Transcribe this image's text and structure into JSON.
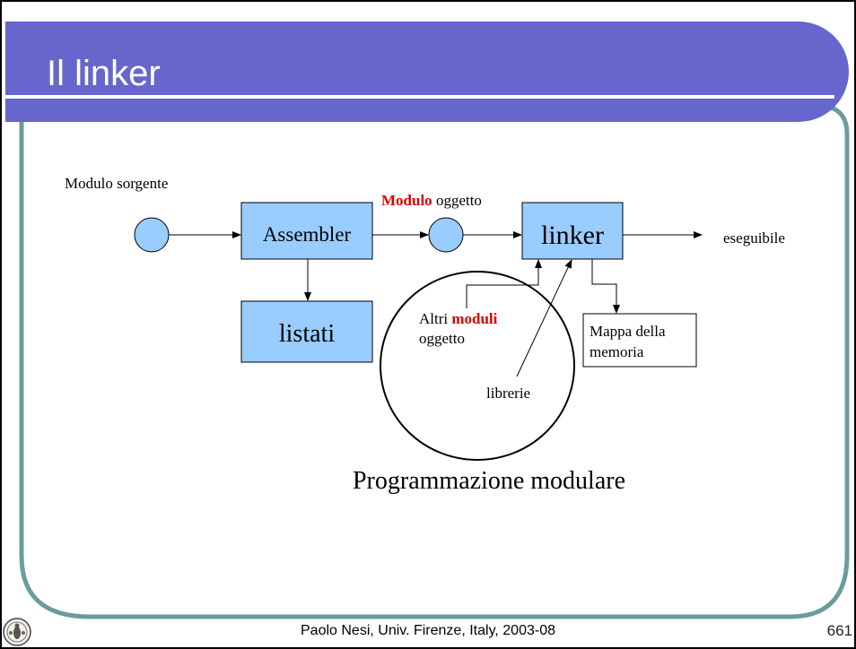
{
  "slide": {
    "title": "Il linker",
    "footer": "Paolo Nesi, Univ. Firenze, Italy, 2003-08",
    "page_number": "661",
    "logo": "university-seal-icon"
  },
  "diagram": {
    "source_label": "Modulo sorgente",
    "assembler_label": "Assembler",
    "object_label_bold": "Modulo",
    "object_label_rest": " oggetto",
    "linker_label": "linker",
    "executable_label": "eseguibile",
    "listings_label": "listati",
    "other_modules_prefix": "Altri ",
    "other_modules_bold": "moduli",
    "other_modules_line2": "oggetto",
    "memory_map_line1": "Mappa della",
    "memory_map_line2": "memoria",
    "libraries_label": "librerie",
    "modular_caption": "Programmazione modulare"
  },
  "colors": {
    "header": "#6666cc",
    "frame": "#6b9c9c",
    "box_fill": "#99ccff",
    "highlight": "#dd0000"
  }
}
